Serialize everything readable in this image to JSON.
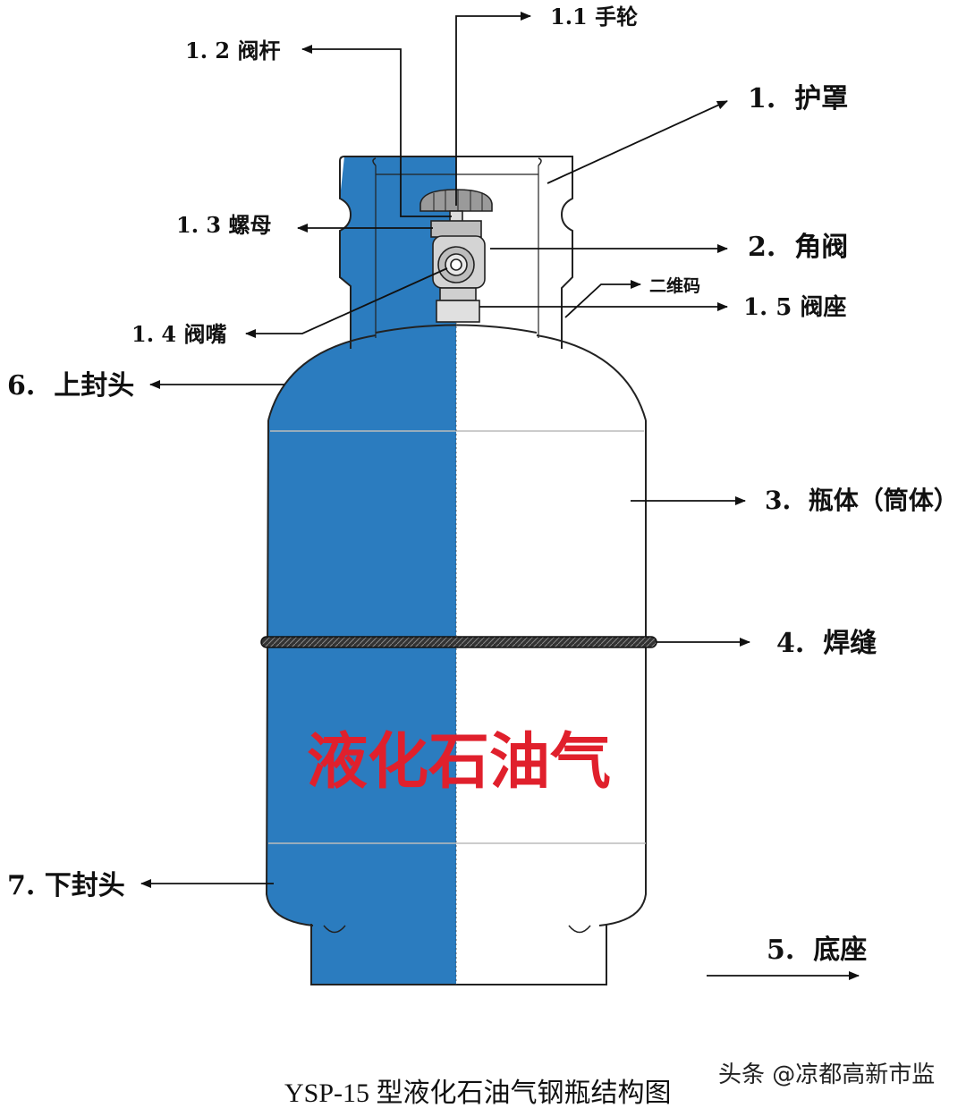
{
  "diagram": {
    "fill_color": "#2b7cbf",
    "stroke_color": "#222222",
    "center_text_color": "#e0202c",
    "center_text": "液化石油气",
    "labels": {
      "handwheel": "1.1 手轮",
      "stem": "1. 2 阀杆",
      "guard": "1.  护罩",
      "nut": "1. 3 螺母",
      "angle_valve": "2.  角阀",
      "qrcode": "二维码",
      "valve_seat": "1. 5 阀座",
      "nozzle": "1. 4 阀嘴",
      "upper_head": "6.  上封头",
      "body": "3.  瓶体（筒体）",
      "weld": "4.  焊缝",
      "lower_head": "7. 下封头",
      "base": "5.  底座"
    },
    "caption": "YSP-15 型液化石油气钢瓶结构图",
    "watermark": "头条 @凉都高新市监"
  }
}
